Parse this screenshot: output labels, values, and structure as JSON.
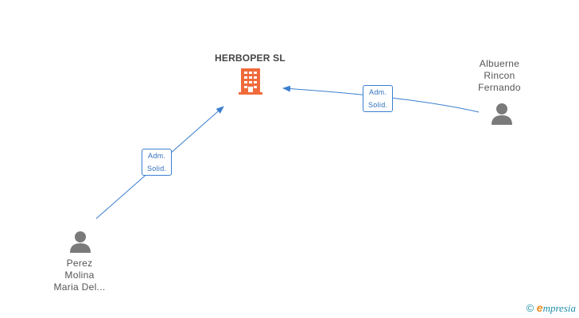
{
  "company": {
    "name": "HERBOPER SL",
    "icon": "building-icon",
    "color": "#f06a3a"
  },
  "people": [
    {
      "id": "albuerne",
      "lines": [
        "Albuerne",
        "Rincon",
        "Fernando"
      ],
      "icon": "person-icon"
    },
    {
      "id": "perez",
      "lines": [
        "Perez",
        "Molina",
        "Maria Del..."
      ],
      "icon": "person-icon"
    }
  ],
  "edges": [
    {
      "from": "albuerne",
      "to": "company",
      "label_lines": [
        "Adm.",
        "Solid."
      ]
    },
    {
      "from": "perez",
      "to": "company",
      "label_lines": [
        "Adm.",
        "Solid."
      ]
    }
  ],
  "colors": {
    "edge": "#3a7fd0",
    "person": "#7a7a7a",
    "company": "#f06a3a"
  },
  "watermark": {
    "symbol": "©",
    "brand_first": "e",
    "brand_rest": "mpresia"
  }
}
